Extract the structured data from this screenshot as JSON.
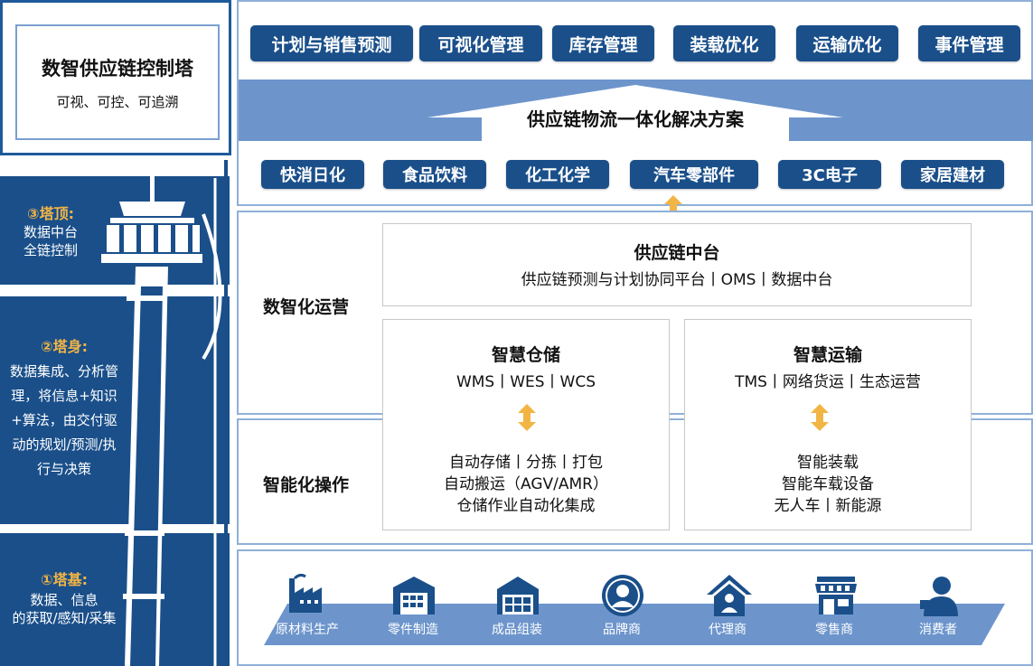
{
  "title": {
    "main": "数智供应链控制塔",
    "sub": "可视、可控、可追溯"
  },
  "tower_tiers": [
    {
      "label": "③塔顶:",
      "lines": [
        "数据中台",
        "全链控制"
      ]
    },
    {
      "label": "②塔身:",
      "lines": [
        "数据集成、分析管",
        "理，将信息+知识",
        "+算法，由交付驱",
        "动的规划/预测/执",
        "行与决策"
      ]
    },
    {
      "label": "①塔基:",
      "lines": [
        "数据、信息",
        "的获取/感知/采集"
      ]
    }
  ],
  "top_functions": [
    "计划与销售预测",
    "可视化管理",
    "库存管理",
    "装载优化",
    "运输优化",
    "事件管理"
  ],
  "solution_banner": "供应链物流一体化解决方案",
  "industries": [
    "快消日化",
    "食品饮料",
    "化工化学",
    "汽车零部件",
    "3C电子",
    "家居建材"
  ],
  "digital_ops": {
    "label": "数智化运营",
    "platform": {
      "title": "供应链中台",
      "desc": "供应链预测与计划协同平台丨OMS丨数据中台"
    },
    "warehouse": {
      "title": "智慧仓储",
      "desc": "WMS丨WES丨WCS"
    },
    "transport": {
      "title": "智慧运输",
      "desc": "TMS丨网络货运丨生态运营"
    }
  },
  "smart_ops": {
    "label": "智能化操作",
    "warehouse_lines": [
      "自动存储丨分拣丨打包",
      "自动搬运（AGV/AMR）",
      "仓储作业自动化集成"
    ],
    "transport_lines": [
      "智能装载",
      "智能车载设备",
      "无人车丨新能源"
    ]
  },
  "chain_nodes": [
    {
      "label": "原材料生产",
      "icon": "factory-icon"
    },
    {
      "label": "零件制造",
      "icon": "warehouse-icon"
    },
    {
      "label": "成品组装",
      "icon": "assembly-plant-icon"
    },
    {
      "label": "品牌商",
      "icon": "brand-person-icon"
    },
    {
      "label": "代理商",
      "icon": "agent-house-icon"
    },
    {
      "label": "零售商",
      "icon": "store-icon"
    },
    {
      "label": "消费者",
      "icon": "consumer-icon"
    }
  ],
  "colors": {
    "navy": "#1a4f8a",
    "light_blue": "#6d95cc",
    "gold": "#f2b544",
    "gray_border": "#c7c7c7"
  }
}
